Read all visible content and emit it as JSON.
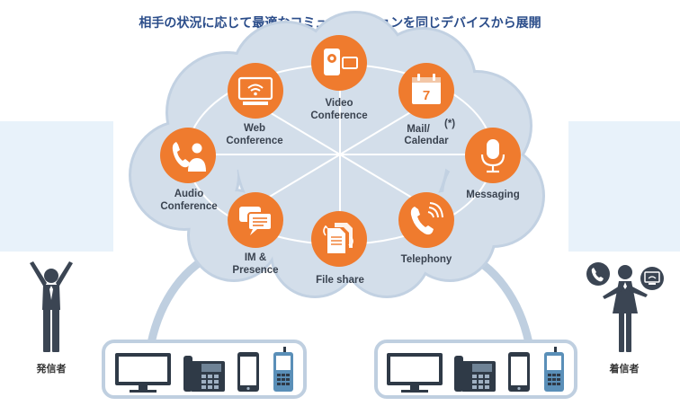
{
  "title": "相手の状況に応じて最適なコミュニケーションを同じデバイスから展開",
  "services": {
    "video": {
      "line1": "Video",
      "line2": "Conference",
      "icon": "video-camera-icon"
    },
    "web": {
      "line1": "Web",
      "line2": "Conference",
      "icon": "monitor-wifi-icon"
    },
    "mail": {
      "line1": "Mail/",
      "sup": "(*)",
      "line2": "Calendar",
      "icon": "calendar-icon",
      "calendar_day": "7"
    },
    "audio": {
      "line1": "Audio",
      "line2": "Conference",
      "icon": "phone-person-icon"
    },
    "messaging": {
      "line1": "Messaging",
      "icon": "microphone-icon"
    },
    "im": {
      "line1": "IM &",
      "line2": "Presence",
      "icon": "chat-bubbles-icon"
    },
    "telephony": {
      "line1": "Telephony",
      "icon": "phone-waves-icon"
    },
    "file": {
      "line1": "File share",
      "icon": "documents-icon"
    }
  },
  "roles": {
    "caller": "発信者",
    "receiver": "着信者"
  },
  "colors": {
    "accent": "#ef7b2e",
    "cloud": "#d3deea",
    "cloud_edge": "#c2d1e2",
    "title": "#2b4d8a",
    "figure": "#3b4553",
    "panel": "#e8f2fa"
  }
}
